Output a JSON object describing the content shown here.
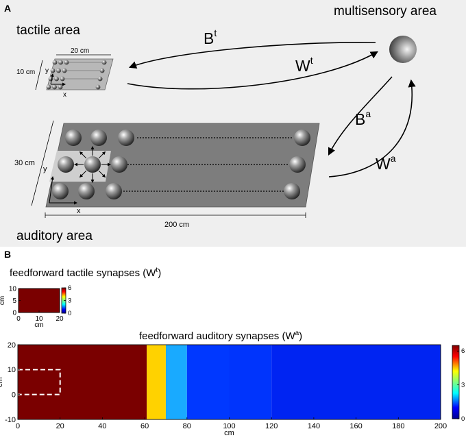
{
  "panelA": {
    "letter": "A",
    "tactile_title": "tactile area",
    "multisensory_title": "multisensory area",
    "auditory_title": "auditory area",
    "tactile_width": "20 cm",
    "tactile_height": "10 cm",
    "auditory_height": "30 cm",
    "auditory_width": "200 cm",
    "axis_x": "x",
    "axis_y": "y",
    "arrow_Bt": {
      "base": "B",
      "sup": "t"
    },
    "arrow_Wt": {
      "base": "W",
      "sup": "t"
    },
    "arrow_Ba": {
      "base": "B",
      "sup": "a"
    },
    "arrow_Wa": {
      "base": "W",
      "sup": "a"
    }
  },
  "panelB": {
    "letter": "B",
    "tactile_title": "feedforward tactile synapses (W",
    "tactile_title_sup": "t",
    "tactile_title_end": ")",
    "auditory_title": "feedforward auditory synapses (W",
    "auditory_title_sup": "a",
    "auditory_title_end": ")"
  },
  "colors": {
    "dark_red": "#7a0000",
    "yellow": "#ffd200",
    "light_blue": "#19aaff",
    "mid_blue": "#0038ff",
    "dark_blue": "#0024f2",
    "panel_bg": "#efefef",
    "plate_dark": "#7d7d7d"
  },
  "chart_data": [
    {
      "type": "heatmap",
      "title": "feedforward tactile synapses (Wt)",
      "xlabel": "cm",
      "ylabel": "cm",
      "xlim": [
        0,
        20
      ],
      "ylim": [
        0,
        10
      ],
      "xticks": [
        "0",
        "10",
        "20"
      ],
      "yticks": [
        "0",
        "5",
        "10"
      ],
      "colorbar": {
        "range": [
          0,
          6
        ],
        "ticks": [
          "0",
          "3",
          "6"
        ]
      },
      "regions": [
        {
          "x": [
            0,
            20
          ],
          "y": [
            0,
            10
          ],
          "value": 6,
          "color": "#7a0000"
        }
      ]
    },
    {
      "type": "heatmap",
      "title": "feedforward auditory synapses (Wa)",
      "xlabel": "cm",
      "ylabel": "cm",
      "xlim": [
        0,
        200
      ],
      "ylim": [
        -10,
        20
      ],
      "xticks": [
        "0",
        "20",
        "40",
        "60",
        "80",
        "100",
        "120",
        "140",
        "160",
        "180",
        "200"
      ],
      "yticks": [
        "-10",
        "0",
        "10",
        "20"
      ],
      "colorbar": {
        "range": [
          0,
          6.5
        ],
        "ticks": [
          "0",
          "3",
          "6"
        ]
      },
      "regions": [
        {
          "x": [
            0,
            61
          ],
          "y": [
            -10,
            20
          ],
          "value": 6.5,
          "color": "#7a0000"
        },
        {
          "x": [
            61,
            70
          ],
          "y": [
            -10,
            20
          ],
          "value": 4.2,
          "color": "#ffd200"
        },
        {
          "x": [
            70,
            80
          ],
          "y": [
            -10,
            20
          ],
          "value": 2.2,
          "color": "#19aaff"
        },
        {
          "x": [
            80,
            100
          ],
          "y": [
            -10,
            20
          ],
          "value": 0.7,
          "color": "#0038ff"
        },
        {
          "x": [
            100,
            120
          ],
          "y": [
            -10,
            20
          ],
          "value": 0.6,
          "color": "#0034fc"
        },
        {
          "x": [
            120,
            200
          ],
          "y": [
            -10,
            20
          ],
          "value": 0.5,
          "color": "#0024f2"
        }
      ],
      "dashed_box": {
        "x": [
          0,
          20
        ],
        "y": [
          0,
          10
        ]
      }
    }
  ]
}
